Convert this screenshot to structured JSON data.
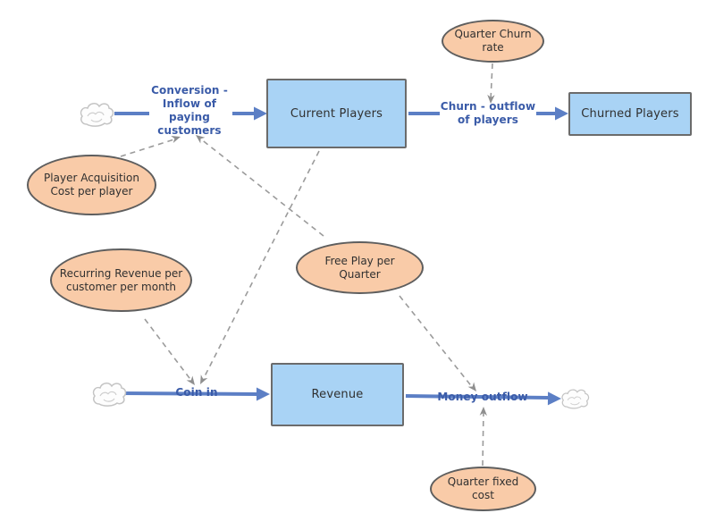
{
  "diagram": {
    "stocks": [
      {
        "id": "current-players",
        "label": "Current Players"
      },
      {
        "id": "churned-players",
        "label": "Churned Players"
      },
      {
        "id": "revenue",
        "label": "Revenue"
      }
    ],
    "variables": [
      {
        "id": "quarter-churn-rate",
        "label": "Quarter Churn\nrate"
      },
      {
        "id": "player-acquisition-cost",
        "label": "Player Acquisition\nCost per player"
      },
      {
        "id": "recurring-revenue",
        "label": "Recurring Revenue per\ncustomer per month"
      },
      {
        "id": "free-play-per-quarter",
        "label": "Free Play per\nQuarter"
      },
      {
        "id": "quarter-fixed-cost",
        "label": "Quarter fixed\ncost"
      }
    ],
    "flows": [
      {
        "id": "conversion-inflow",
        "label": "Conversion -\nInflow of\npaying\ncustomers"
      },
      {
        "id": "churn-outflow",
        "label": "Churn - outflow\nof players"
      },
      {
        "id": "coin-in",
        "label": "Coin in"
      },
      {
        "id": "money-outflow",
        "label": "Money outflow"
      }
    ],
    "icons": [
      {
        "name": "cloud-source-icon"
      },
      {
        "name": "cloud-source-icon"
      },
      {
        "name": "cloud-sink-icon"
      }
    ],
    "colors": {
      "background": "#FFFFFF",
      "stock_fill": "#A9D3F5",
      "stock_border": "#6B6B6B",
      "variable_fill": "#F9CBA8",
      "variable_border": "#5E5E5E",
      "flow_line": "#5C7FC5",
      "flow_label_text": "#3A5BA8",
      "connector_line": "#9B9B9B",
      "shape_text": "#303030",
      "cloud_outline": "#C4C4C4"
    }
  }
}
